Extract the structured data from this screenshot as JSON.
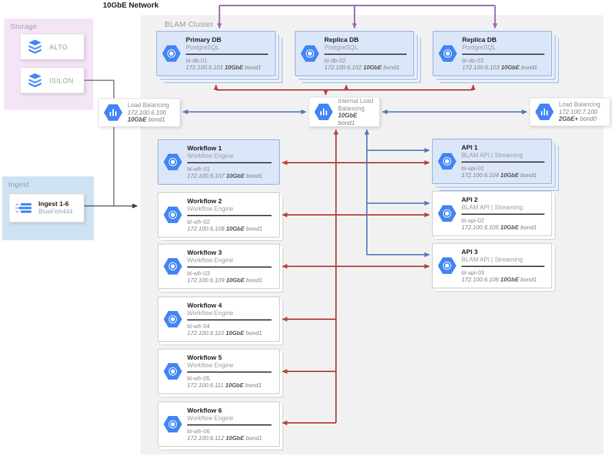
{
  "page": {
    "title": "10GbE Network"
  },
  "colors": {
    "replication_arrow": "#9a6fad",
    "data_arrow": "#b5443e",
    "lb_arrow": "#4f77b8",
    "plain_arrow": "#3a3a3a",
    "node_blue_fill": "#dbe6f8",
    "node_blue_border": "#8fabdc",
    "hex_icon": "#4285f4",
    "storage_bg": "#f3e4f6",
    "ingest_bg": "#cfe2f3",
    "cluster_bg": "#f1f1f1"
  },
  "icons": {
    "database": "hexagon-gear",
    "load_balancer": "hexagon-bars",
    "workflow": "hexagon-gear",
    "api": "hexagon-gear",
    "storage": "stacked-layers",
    "ingest": "stream-lines"
  },
  "storage": {
    "label": "Storage",
    "items": [
      {
        "label": "ALTO"
      },
      {
        "label": "ISILON"
      }
    ]
  },
  "ingest": {
    "label": "Ingest",
    "node": {
      "title": "Ingest 1-6",
      "subtitle": "BlueFish444"
    }
  },
  "cluster": {
    "label": "BLAM Cluster"
  },
  "load_balancers": {
    "left": {
      "title": "Load Balancing",
      "ip": "172.100.6.100",
      "net": "10GbE",
      "bond": "bond1"
    },
    "internal": {
      "title_line1": "Internal Load",
      "title_line2": "Balancing",
      "net": "10GbE",
      "bond": "bond1"
    },
    "right": {
      "title": "Load Balancing",
      "ip": "172.100.7.100",
      "net": "2GbE+",
      "bond": "bond0"
    }
  },
  "databases": [
    {
      "title": "Primary DB",
      "subtitle": "PostgreSQL",
      "host": "bl-db-01",
      "ip": "172.100.6.101",
      "net": "10GbE",
      "bond": "bond1"
    },
    {
      "title": "Replica DB",
      "subtitle": "PostgreSQL",
      "host": "bl-db-02",
      "ip": "172.100.6.102",
      "net": "10GbE",
      "bond": "bond1"
    },
    {
      "title": "Replica DB",
      "subtitle": "PostgreSQL",
      "host": "bl-db-03",
      "ip": "172.100.6.103",
      "net": "10GbE",
      "bond": "bond1"
    }
  ],
  "workflows": [
    {
      "title": "Workflow 1",
      "subtitle": "Workflow Engine",
      "host": "bl-wfr-01",
      "ip": "172.100.6.107",
      "net": "10GbE",
      "bond": "bond1"
    },
    {
      "title": "Workflow 2",
      "subtitle": "Workflow Engine",
      "host": "bl-wfr-02",
      "ip": "172.100.6.108",
      "net": "10GbE",
      "bond": "bond1"
    },
    {
      "title": "Workflow 3",
      "subtitle": "Workflow Engine",
      "host": "bl-wfr-03",
      "ip": "172.100.6.109",
      "net": "10GbE",
      "bond": "bond1"
    },
    {
      "title": "Workflow 4",
      "subtitle": "Workflow Engine",
      "host": "bl-wfr-04",
      "ip": "172.100.6.110",
      "net": "10GbE",
      "bond": "bond1"
    },
    {
      "title": "Workflow 5",
      "subtitle": "Workflow Engine",
      "host": "bl-wfr-05",
      "ip": "172.100.6.111",
      "net": "10GbE",
      "bond": "bond1"
    },
    {
      "title": "Workflow 6",
      "subtitle": "Workflow Engine",
      "host": "bl-wfr-06",
      "ip": "172.100.6.112",
      "net": "10GbE",
      "bond": "bond1"
    }
  ],
  "apis": [
    {
      "title": "API 1",
      "subtitle": "BLAM API | Streaming",
      "host": "bl-api-01",
      "ip": "172.100.6.104",
      "net": "10GbE",
      "bond": "bond1"
    },
    {
      "title": "API 2",
      "subtitle": "BLAM API | Streaming",
      "host": "bl-api-02",
      "ip": "172.100.6.105",
      "net": "10GbE",
      "bond": "bond1"
    },
    {
      "title": "API 3",
      "subtitle": "BLAM API | Streaming",
      "host": "bl-api-03",
      "ip": "172.100.6.106",
      "net": "10GbE",
      "bond": "bond1"
    }
  ]
}
